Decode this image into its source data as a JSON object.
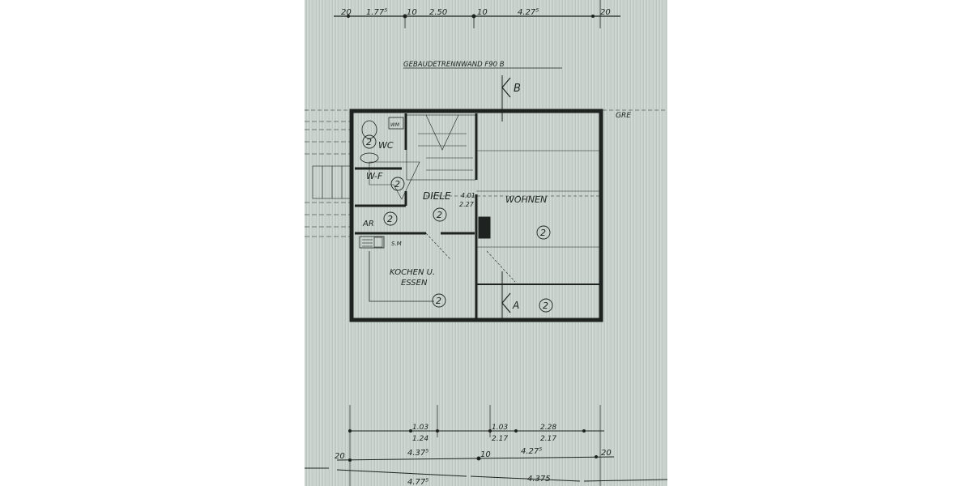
{
  "photo": {
    "background_color": "#c9d1cc",
    "ink_color": "#1e2321"
  },
  "top_dimensions": {
    "labels": [
      "20",
      "1.77⁵",
      "10",
      "2.50",
      "10",
      "4.27⁵",
      "20"
    ]
  },
  "wall_label": "GEBAUDETRENNWAND F90 B",
  "section_b": "B",
  "section_a": "A",
  "grenze_label": "GRE",
  "rooms": {
    "wc": {
      "label": "WC",
      "number": "2"
    },
    "wm": {
      "label": "WM"
    },
    "wf": {
      "label": "W-F",
      "number": "2"
    },
    "diele": {
      "label": "DIELE",
      "area_top": "4.01",
      "area_bottom": "2.27",
      "number": "2"
    },
    "ar": {
      "label": "AR",
      "number": "2"
    },
    "wohnen": {
      "label": "WOHNEN",
      "number": "2"
    },
    "sm": {
      "label": "S.M"
    },
    "kochen": {
      "label_line1": "KOCHEN U.",
      "label_line2": "ESSEN",
      "number": "2"
    },
    "terrace": {
      "number": "2"
    }
  },
  "bottom_dimensions": {
    "row1_top": [
      "1.03",
      "1.03",
      "2.28"
    ],
    "row1_bottom": [
      "1.24",
      "2.17",
      "2.17"
    ],
    "row2": [
      "20",
      "4.37⁵",
      "10",
      "4.27⁵",
      "20"
    ],
    "row3": [
      "4.77⁵",
      "4.375"
    ]
  }
}
